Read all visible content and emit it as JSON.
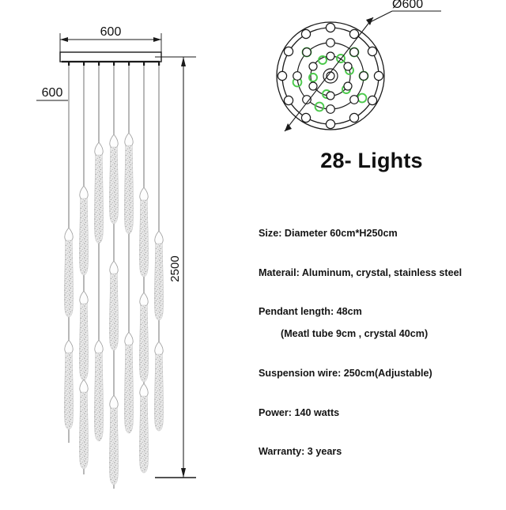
{
  "elevation": {
    "top_dimension": "600",
    "side_dimension": "600",
    "height_dimension": "2500",
    "fixture_name": "crystal-drop-chandelier-elevation"
  },
  "plan": {
    "diameter_label": "Ø600",
    "ring_count": 4,
    "accent_color": "#4cc94c",
    "line_color": "#1a1a1a"
  },
  "heading": {
    "lights_title": "28- Lights"
  },
  "specs": [
    {
      "text": "Size: Diameter 60cm*H250cm",
      "sub": false
    },
    {
      "text": "Materail: Aluminum, crystal, stainless steel",
      "sub": false
    },
    {
      "text": "Pendant length: 48cm",
      "sub": false
    },
    {
      "text": "(Meatl tube 9cm  , crystal 40cm)",
      "sub": true
    },
    {
      "text": "Suspension wire: 250cm(Adjustable)",
      "sub": false
    },
    {
      "text": "Power: 140 watts",
      "sub": false
    },
    {
      "text": "Warranty: 3 years",
      "sub": false
    }
  ]
}
